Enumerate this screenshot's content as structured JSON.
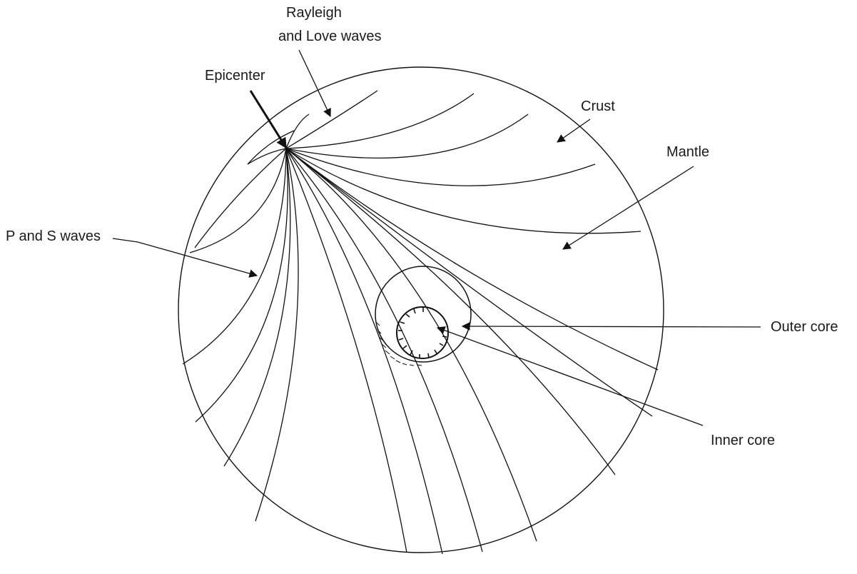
{
  "labels": {
    "rayleigh_line1": "Rayleigh",
    "rayleigh_line2": "and Love waves",
    "epicenter": "Epicenter",
    "crust": "Crust",
    "mantle": "Mantle",
    "p_and_s": "P and S waves",
    "outer_core": "Outer core",
    "inner_core": "Inner core"
  },
  "colors": {
    "ink": "#111111",
    "background": "#ffffff"
  }
}
